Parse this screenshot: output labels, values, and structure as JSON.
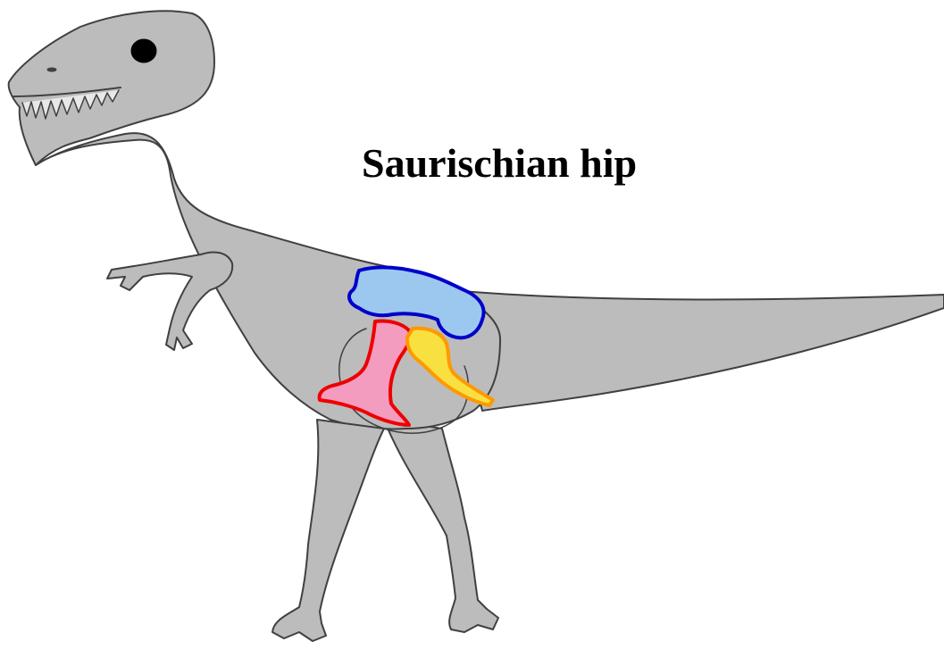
{
  "title": "Saurischian hip",
  "colors": {
    "background": "#ffffff",
    "body_fill": "#bcbcbc",
    "outline": "#404040",
    "eye": "#000000",
    "ilium_fill": "#9cc8f0",
    "ilium_stroke": "#0000cc",
    "pubis_fill": "#f49cc0",
    "pubis_stroke": "#ee0000",
    "ischium_fill": "#f8e040",
    "ischium_stroke": "#ff9900"
  },
  "parts": {
    "ilium": "ilium",
    "pubis": "pubis",
    "ischium": "ischium"
  }
}
